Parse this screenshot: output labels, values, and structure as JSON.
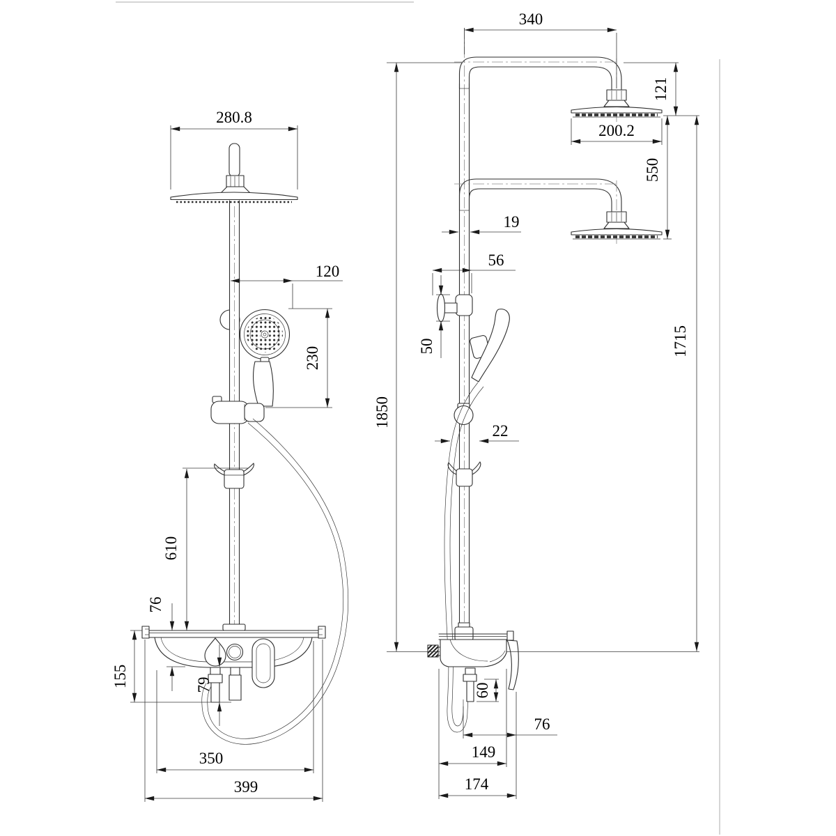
{
  "drawing": {
    "colors": {
      "line": "#2e2e2e",
      "dimension": "#3a3a3a",
      "text": "#000000",
      "frame": "#ababab"
    },
    "dims": {
      "front": {
        "head_width": "280.8",
        "hand_offset": "120",
        "hand_length": "230",
        "hook_to_shelf": "610",
        "tray_lip": "76",
        "tray_height": "155",
        "under_tray": "79",
        "tray_inner_width": "350",
        "tray_width": "399"
      },
      "side": {
        "arm_reach": "340",
        "head_drop": "121",
        "head_diameter": "200.2",
        "height_adjust": "550",
        "pipe_diameter": "19",
        "bracket_offset": "56",
        "bracket_height": "50",
        "hose_offset": "22",
        "total_height": "1850",
        "head_to_mixer": "1715",
        "outlet_drop": "60",
        "mixer_front": "76",
        "mixer_depth": "149",
        "overall_depth": "174"
      }
    }
  }
}
